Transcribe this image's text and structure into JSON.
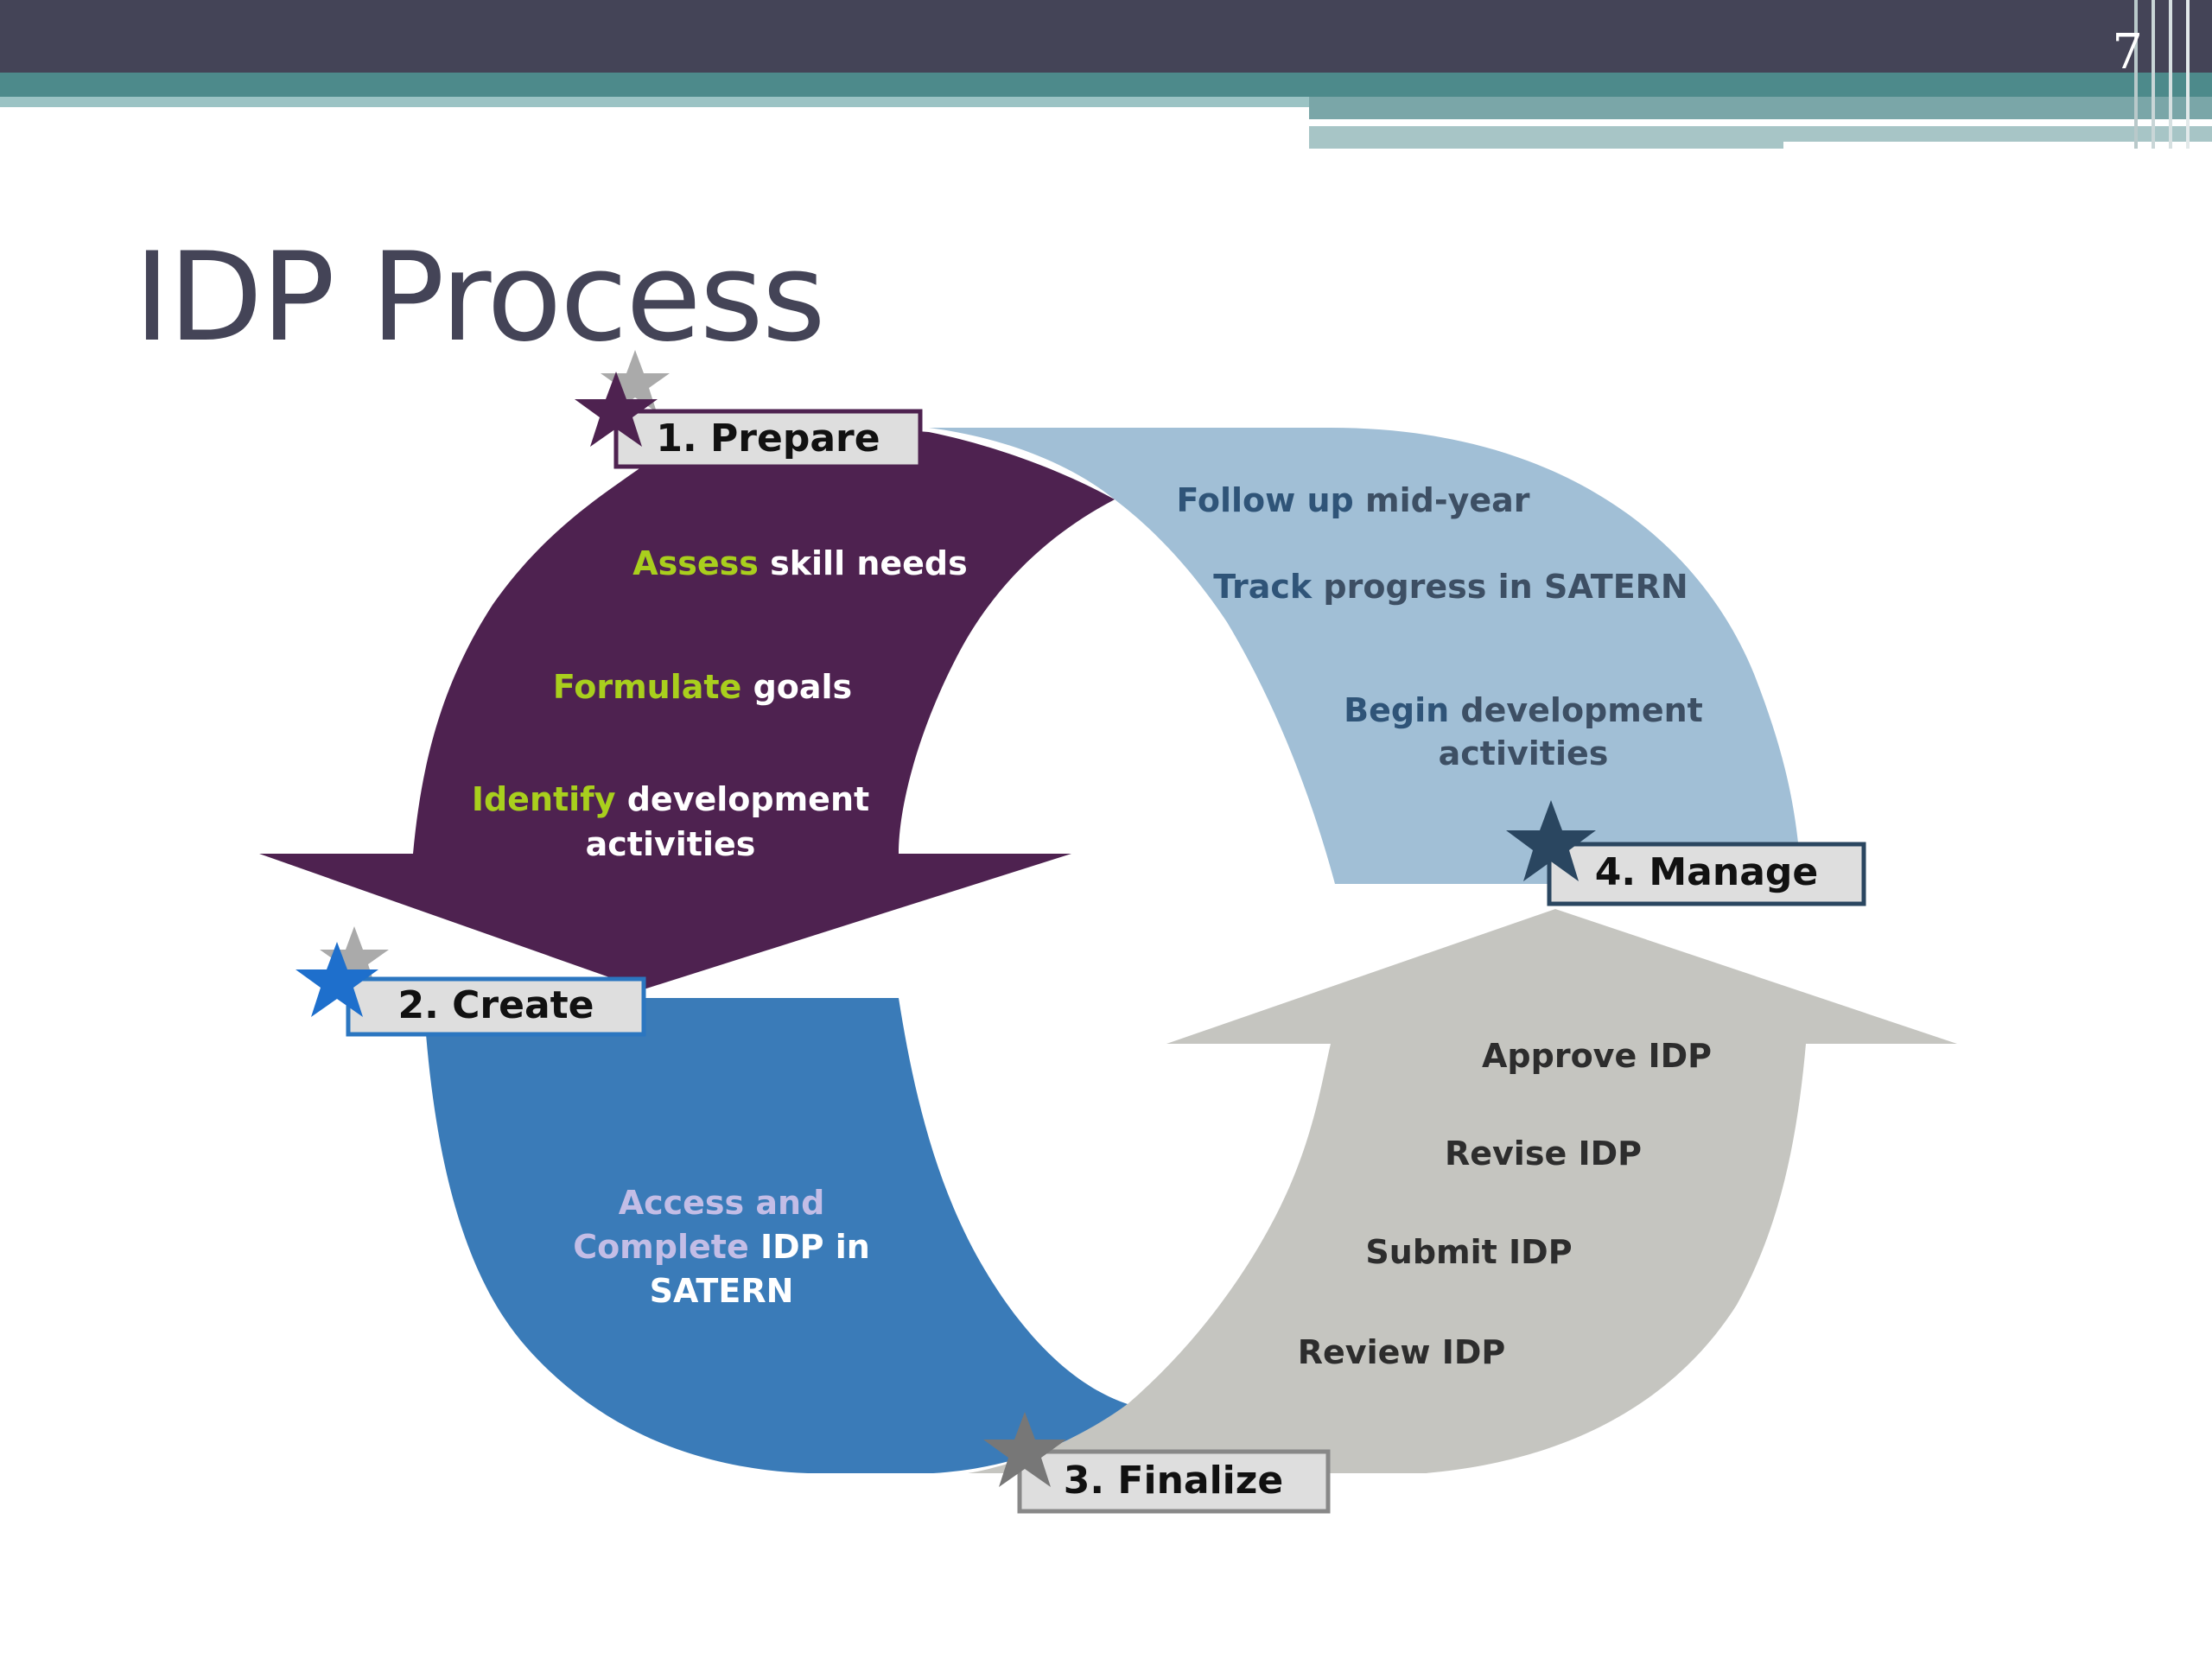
{
  "slide": {
    "number": "7",
    "title": "IDP Process"
  },
  "colors": {
    "prepare": "#4e2250",
    "create": "#3a7bb8",
    "finalize": "#c5c5c0",
    "manage": "#a1bfd6",
    "green_keyword": "#a9cf1d",
    "lavender_keyword": "#c3bde6",
    "navy_text": "#2f5478",
    "header_dark": "#444457",
    "header_teal": "#4d8a8b"
  },
  "stages": {
    "prepare": {
      "label": "1. Prepare",
      "items": [
        {
          "keyword": "Assess",
          "rest": " skill needs"
        },
        {
          "keyword": "Formulate",
          "rest": " goals"
        },
        {
          "keyword": "Identify",
          "rest": " development",
          "line2": "activities"
        }
      ]
    },
    "create": {
      "label": "2. Create",
      "line1": "Access and",
      "line2_keyword": "Complete",
      "line2_rest": " IDP in",
      "line3": "SATERN"
    },
    "finalize": {
      "label": "3. Finalize",
      "items": [
        "Approve IDP",
        "Revise IDP",
        "Submit IDP",
        "Review IDP"
      ]
    },
    "manage": {
      "label": "4. Manage",
      "items": [
        {
          "keyword": "Follow up",
          "rest": " mid-year"
        },
        {
          "keyword": "Track",
          "rest": " progress in SATERN"
        },
        {
          "keyword": "Begin",
          "rest": " development",
          "line2": "activities"
        }
      ]
    }
  }
}
